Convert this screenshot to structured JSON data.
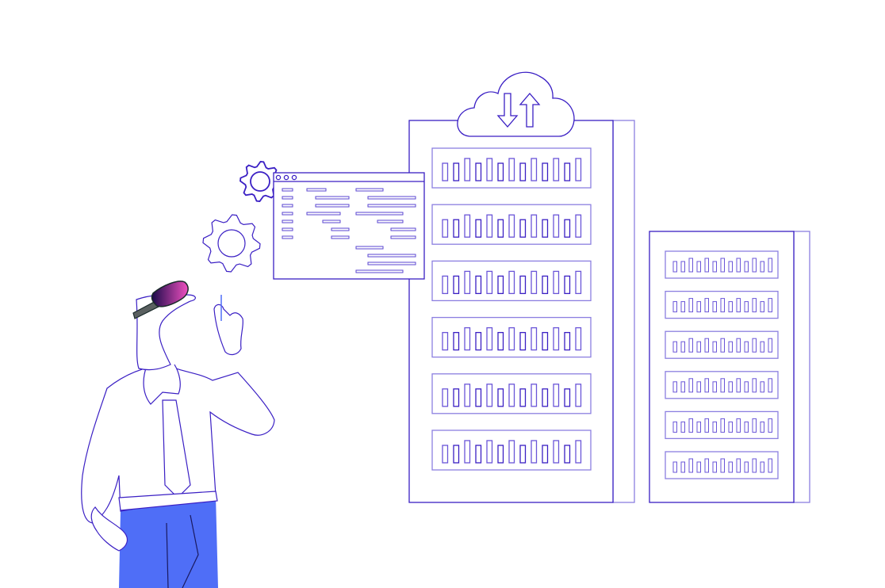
{
  "colors": {
    "stroke": "#3a1fc4",
    "stroke_light": "#8b7fe0",
    "pants": "#4f6ef7",
    "visor_start": "#1a0a4a",
    "visor_end": "#f050c0",
    "headset": "#5a6060"
  },
  "servers": {
    "main_slots": 6,
    "side_slots": 6,
    "bars_per_slot": 13
  }
}
